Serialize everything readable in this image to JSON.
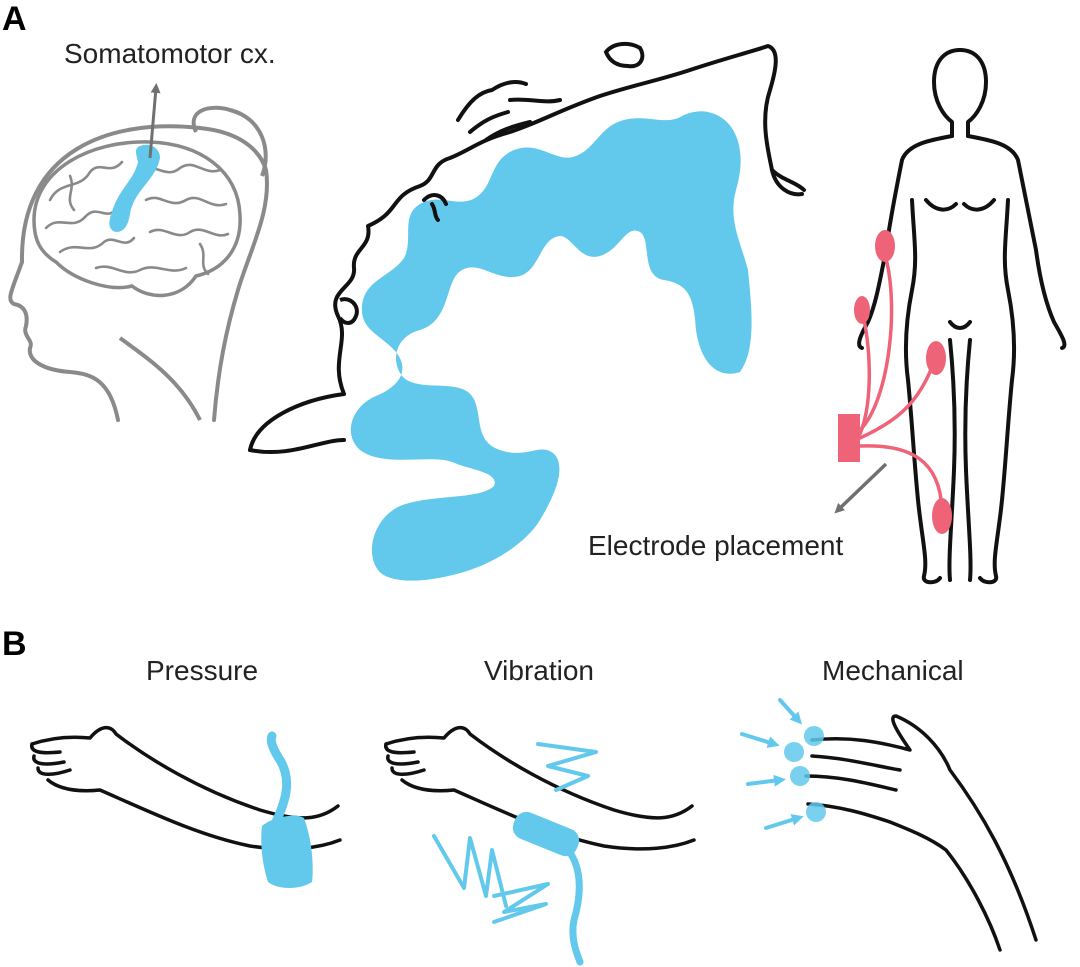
{
  "panels": {
    "a": {
      "label": "A",
      "somatomotor_label": "Somatomotor cx.",
      "electrode_label": "Electrode placement"
    },
    "b": {
      "label": "B",
      "pressure_label": "Pressure",
      "vibration_label": "Vibration",
      "mechanical_label": "Mechanical"
    }
  },
  "colors": {
    "accent_blue": "#62c9ec",
    "electrode_pink": "#ee6378",
    "outline": "#111111",
    "brain_gray": "#8a8a8a",
    "arrow_gray": "#707070"
  }
}
